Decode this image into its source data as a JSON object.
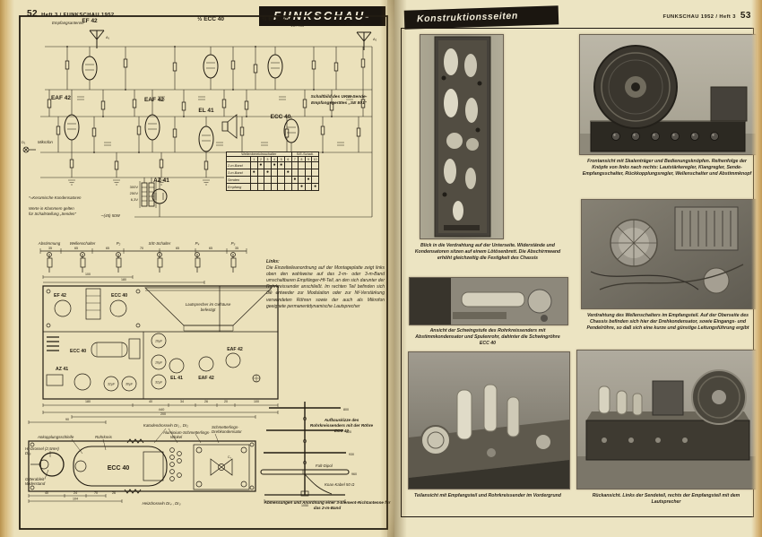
{
  "left_page": {
    "page_number": "52",
    "issue": "Heft 3 / FUNKSCHAU 1952",
    "masthead": "FUNKSCHAU-",
    "sch": {
      "ant_rx": "Empfangsantenne",
      "a1": "A₁",
      "ant_tx": "Sendeantenne",
      "a2": "A₂",
      "v_ef42": "EF 42",
      "v_ecc40h1": "½ ECC 40",
      "v_ecc40h2": "½ ECC 40",
      "v_eaf42a": "EAF 42",
      "v_eaf42b": "EAF 42",
      "v_el41": "EL 41",
      "v_ecc40": "ECC 40",
      "v_az41": "AZ 41",
      "volt": "20...75V",
      "mic_d": "D₁",
      "mic": "Mikrofon",
      "tv1": "300V",
      "tv2": "250V",
      "tv3": "6,3V",
      "power": "∼(45) 50W",
      "note1": "*=Keramische Kondensatoren",
      "note2": "Werte in Klammern gelten",
      "note3": "für Schaltstellung „Senden“",
      "cap1": "Schaltbild des UKW-Sende-",
      "cap2": "Empfangsgerätes „SE 801“",
      "table": {
        "h1": "Wellenbereichsschalter",
        "h2": "S/E-Schalt.",
        "cols": [
          "1",
          "2",
          "3",
          "4",
          "5",
          "6",
          "7",
          "8",
          "9",
          "10"
        ],
        "rows": [
          "2-m-Band",
          "3-m-Band",
          "Senden",
          "Empfang"
        ],
        "dots": [
          [
            0,
            1,
            0,
            1,
            1,
            0,
            0,
            0,
            0,
            0
          ],
          [
            1,
            0,
            1,
            0,
            0,
            1,
            0,
            0,
            0,
            0
          ],
          [
            0,
            0,
            0,
            0,
            0,
            0,
            1,
            0,
            1,
            0
          ],
          [
            0,
            0,
            0,
            0,
            0,
            0,
            0,
            1,
            0,
            1
          ]
        ]
      }
    },
    "plan": {
      "controls": [
        "Abstimmung",
        "Wellenschalter",
        "P₂",
        "S/E-Schalter",
        "P₄",
        "P₃"
      ],
      "pdims": [
        "35",
        "65",
        "65",
        "70",
        "65",
        "65",
        "35"
      ],
      "d100": "100",
      "d180": "180",
      "d440": "440",
      "bdims": [
        "180",
        "40",
        "34",
        "26",
        "20",
        "100"
      ],
      "spk1": "Lautsprecher im Gehäuse",
      "spk2": "befestigt",
      "ef42": "EF 42",
      "ecc40a": "ECC 40",
      "ecc40b": "ECC 40",
      "az41": "AZ 41",
      "el41": "EL 41",
      "eaf42a": "EAF 42",
      "eaf42b": "EAF 42",
      "caps": {
        "c1": "16µF",
        "c2": "16µF",
        "c3": "32µF",
        "c4": "32µF",
        "c5": "30µF"
      },
      "links": "Links:",
      "para": "Die Einzelteileanordnung auf der Montageplatte zeigt links oben den wahlweise auf das 2-m- oder 3-m-Band umschaltbaren Empfänger-Hf-Teil, an den sich darunter der Rohrkreissender anschließt. Im rechten Teil befinden sich die entweder zur Modulation oder zur Nf-Verstärkung verwendeten Röhren sowie der auch als Mikrofon geeignete permanentdynamische Lautsprecher"
    },
    "sender": {
      "d200": "200",
      "d90": "90",
      "kato": "Katodendrosseln Dr₁ , Dr₂",
      "alu1": "Aluminium-Schmetterlings-",
      "alu2": "Winkel",
      "ank": "Ankopplungsschleife",
      "rohr": "Rohrkreis",
      "hf1": "Hf-Drossel (2,5mH)",
      "hf2": "Dr₅",
      "git1": "Gitterableit-",
      "git2": "Widerstand",
      "tube": "ECC 40",
      "c3": "C₃",
      "heiz": "Heizdrosseln Dr₄ , Dr₃",
      "dreh1": "Schmetterlings-",
      "dreh2": "Drehkondensator",
      "bd1": "40",
      "bd2": "24",
      "bd3": "70",
      "bd4": "26",
      "bd5": "104",
      "cap": "Aufbauskizze des Rohrkreissenders mit der Röhre ECC 40"
    },
    "antenna": {
      "l1": "800",
      "l2": "820",
      "l3": "930",
      "l4": "960",
      "total": "1050",
      "falt": "Falt-Dipol",
      "koax": "Koax-Kabel 50 Ω",
      "cap": "Abmessungen und Anordnung einer 3-Element-Richtantenne für das 2-m-Band"
    }
  },
  "right_page": {
    "page_number": "53",
    "issue": "FUNKSCHAU 1952 / Heft 3",
    "section_title": "Konstruktionsseiten",
    "photos": [
      {
        "caption": "Blick in die Verdrahtung auf der Unterseite. Widerstände und Kondensatoren sitzen auf einem Lötösenbrett. Die Abschirmwand erhöht gleichzeitig die Festigkeit des Chassis"
      },
      {
        "caption": "Frontansicht mit Skalenträger und Bedienungsknöpfen. Reihenfolge der Knöpfe von links nach rechts: Lautstärkeregler, Klangregler, Sende-Empfangsschalter, Rückkopplungsregler, Wellenschalter und Abstimmknopf"
      },
      {
        "caption": "Ansicht der Schwingstufe des Rohrkreissenders mit Abstimmkondensator und Spulenrohr, dahinter die Schwingröhre ECC 40"
      },
      {
        "caption": "Verdrahtung des Wellenschalters im Empfangsteil. Auf der Oberseite des Chassis befinden sich hier der Drehkondensator, sowie Eingangs- und Pendelröhre, so daß sich eine kurze und günstige Leitungsführung ergibt"
      },
      {
        "caption": "Teilansicht mit Empfangsteil und Rohrkreissender im Vordergrund"
      },
      {
        "caption": "Rückansicht. Links der Sendeteil, rechts der Empfangsteil mit dem Lautsprecher"
      }
    ]
  }
}
